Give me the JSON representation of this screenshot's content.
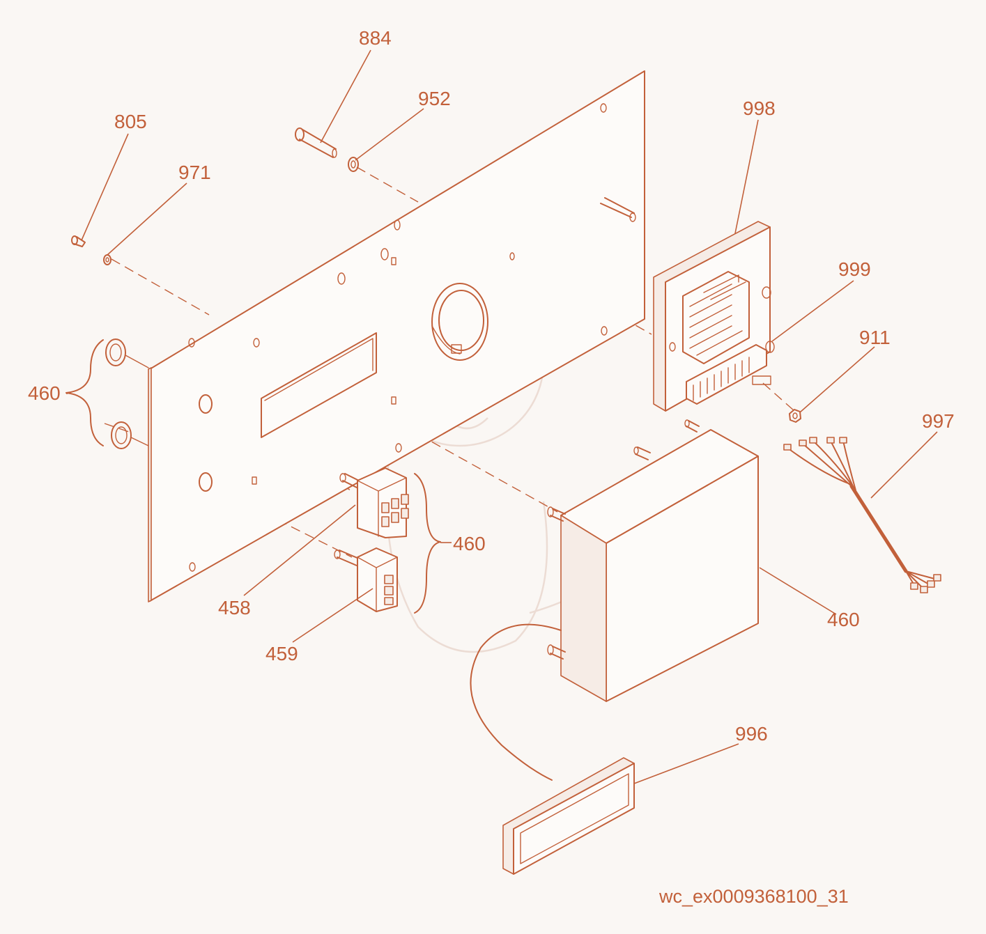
{
  "callouts": {
    "c805": "805",
    "c971": "971",
    "c884": "884",
    "c952": "952",
    "c998": "998",
    "c999": "999",
    "c911": "911",
    "c997": "997",
    "c460_left": "460",
    "c460_mid": "460",
    "c460_box": "460",
    "c458": "458",
    "c459": "459",
    "c996": "996"
  },
  "drawing_code": "wc_ex0009368100_31",
  "colors": {
    "line": "#c2603a",
    "background": "#faf7f4",
    "watermark": "#ecdcd4"
  },
  "icons": {
    "watermark": "dragon-watermark-icon"
  }
}
